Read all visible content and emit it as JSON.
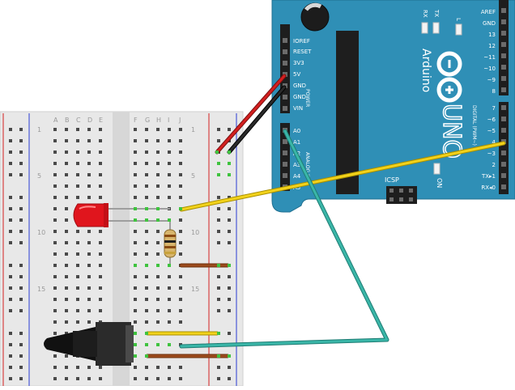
{
  "arduino": {
    "brand": "Arduino",
    "model": "UNO",
    "on_label": "ON",
    "icsp_label": "ICSP",
    "tx_label": "TX",
    "rx_label": "RX",
    "led_label": "L",
    "power_header_label": "POWER",
    "analog_header_label": "ANALOG IN",
    "digital_header_label": "DIGITAL (PWM~)",
    "power_pins": [
      "IOREF",
      "RESET",
      "3V3",
      "5V",
      "GND",
      "GND",
      "VIN"
    ],
    "analog_pins": [
      "A0",
      "A1",
      "A2",
      "A3",
      "A4",
      "A5"
    ],
    "digital_top_pins": [
      "AREF",
      "GND",
      "13",
      "12",
      "~11",
      "~10",
      "~9",
      "8"
    ],
    "digital_bottom_pins": [
      "7",
      "~6",
      "~5",
      "4",
      "~3",
      "2",
      "TX▸1",
      "RX◂0"
    ]
  },
  "breadboard": {
    "column_letters": [
      "A",
      "B",
      "C",
      "D",
      "E",
      "F",
      "G",
      "H",
      "I",
      "J"
    ],
    "row_numbers": [
      "1",
      "5",
      "10",
      "15"
    ]
  },
  "colors": {
    "board": "#2f8fb6",
    "breadboard": "#e8e8e8",
    "red_wire": "#d31f1f",
    "black_wire": "#1a1a1a",
    "yellow_wire": "#f2d21b",
    "teal_wire": "#3ab6a8",
    "brown_wire": "#9c4b1d",
    "led": "#e0151d"
  }
}
